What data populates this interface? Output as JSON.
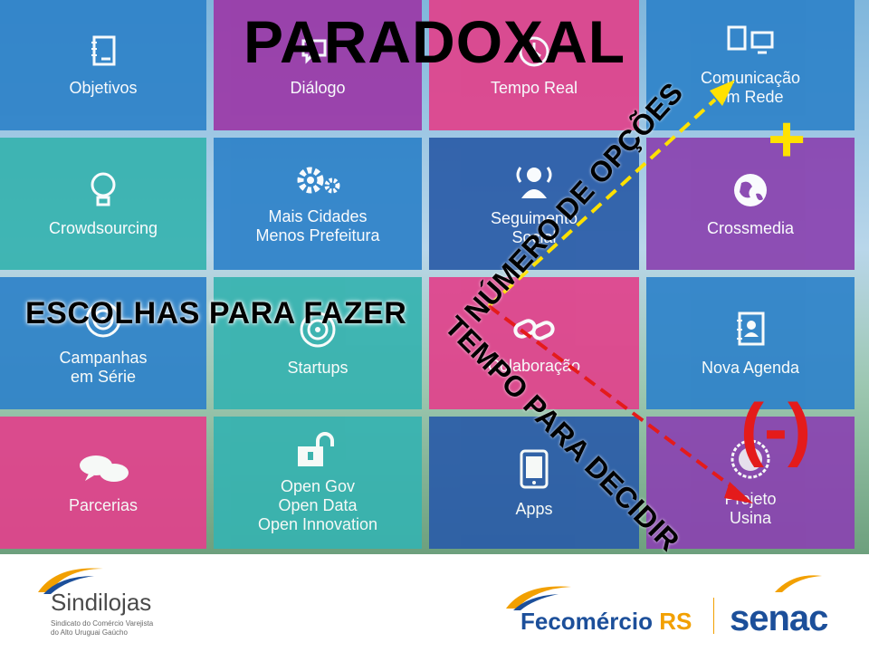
{
  "slide": {
    "title": "PARADOXAL",
    "left_caption": "ESCOLHAS PARA FAZER",
    "arrow_up_label": "NÚMERO DE OPÇÕES",
    "arrow_down_label": "TEMPO PARA DECIDIR",
    "plus_sign": "+",
    "minus_sign": "(-)",
    "colors": {
      "yellow_arrow": "#ffe100",
      "red_arrow": "#e41b1b"
    }
  },
  "tiles": [
    {
      "label": "Objetivos",
      "icon": "notebook-icon",
      "color": "#2f83c9"
    },
    {
      "label": "Diálogo",
      "icon": "dialog-icon",
      "color": "#9b3aa8"
    },
    {
      "label": "Tempo Real",
      "icon": "clock-icon",
      "color": "#e0438c"
    },
    {
      "label": "Comunicação\nem Rede",
      "icon": "network-devices-icon",
      "color": "#2f83c9"
    },
    {
      "label": "Crowdsourcing",
      "icon": "lightbulb-icon",
      "color": "#37b3b0"
    },
    {
      "label": "Mais Cidades\nMenos Prefeitura",
      "icon": "gears-icon",
      "color": "#2f83c9"
    },
    {
      "label": "Seguimento\nSocial",
      "icon": "person-signal-icon",
      "color": "#2b5da8"
    },
    {
      "label": "Crossmedia",
      "icon": "globe-icon",
      "color": "#8a44b0"
    },
    {
      "label": "Campanhas\nem Série",
      "icon": "target-icon",
      "color": "#2f83c9"
    },
    {
      "label": "Startups",
      "icon": "target-icon",
      "color": "#37b3b0"
    },
    {
      "label": "Colaboração",
      "icon": "chain-link-icon",
      "color": "#e0438c"
    },
    {
      "label": "Nova Agenda",
      "icon": "address-book-icon",
      "color": "#2f83c9"
    },
    {
      "label": "Parcerias",
      "icon": "speech-bubbles-icon",
      "color": "#e0438c"
    },
    {
      "label": "Open Gov\nOpen Data\nOpen Innovation",
      "icon": "unlocked-padlock-icon",
      "color": "#37b3b0"
    },
    {
      "label": "Apps",
      "icon": "tablet-icon",
      "color": "#2b5da8"
    },
    {
      "label": "Projeto\nUsina",
      "icon": "usina-seal-icon",
      "color": "#8a44b0"
    }
  ],
  "footer": {
    "sindilojas_name": "Sindilojas",
    "sindilojas_subtitle": "Sindicato do Comércio Varejista\ndo Alto Uruguai Gaúcho",
    "fecomercio_name": "Fecomércio",
    "fecomercio_rs": "RS",
    "senac_name": "senac"
  }
}
